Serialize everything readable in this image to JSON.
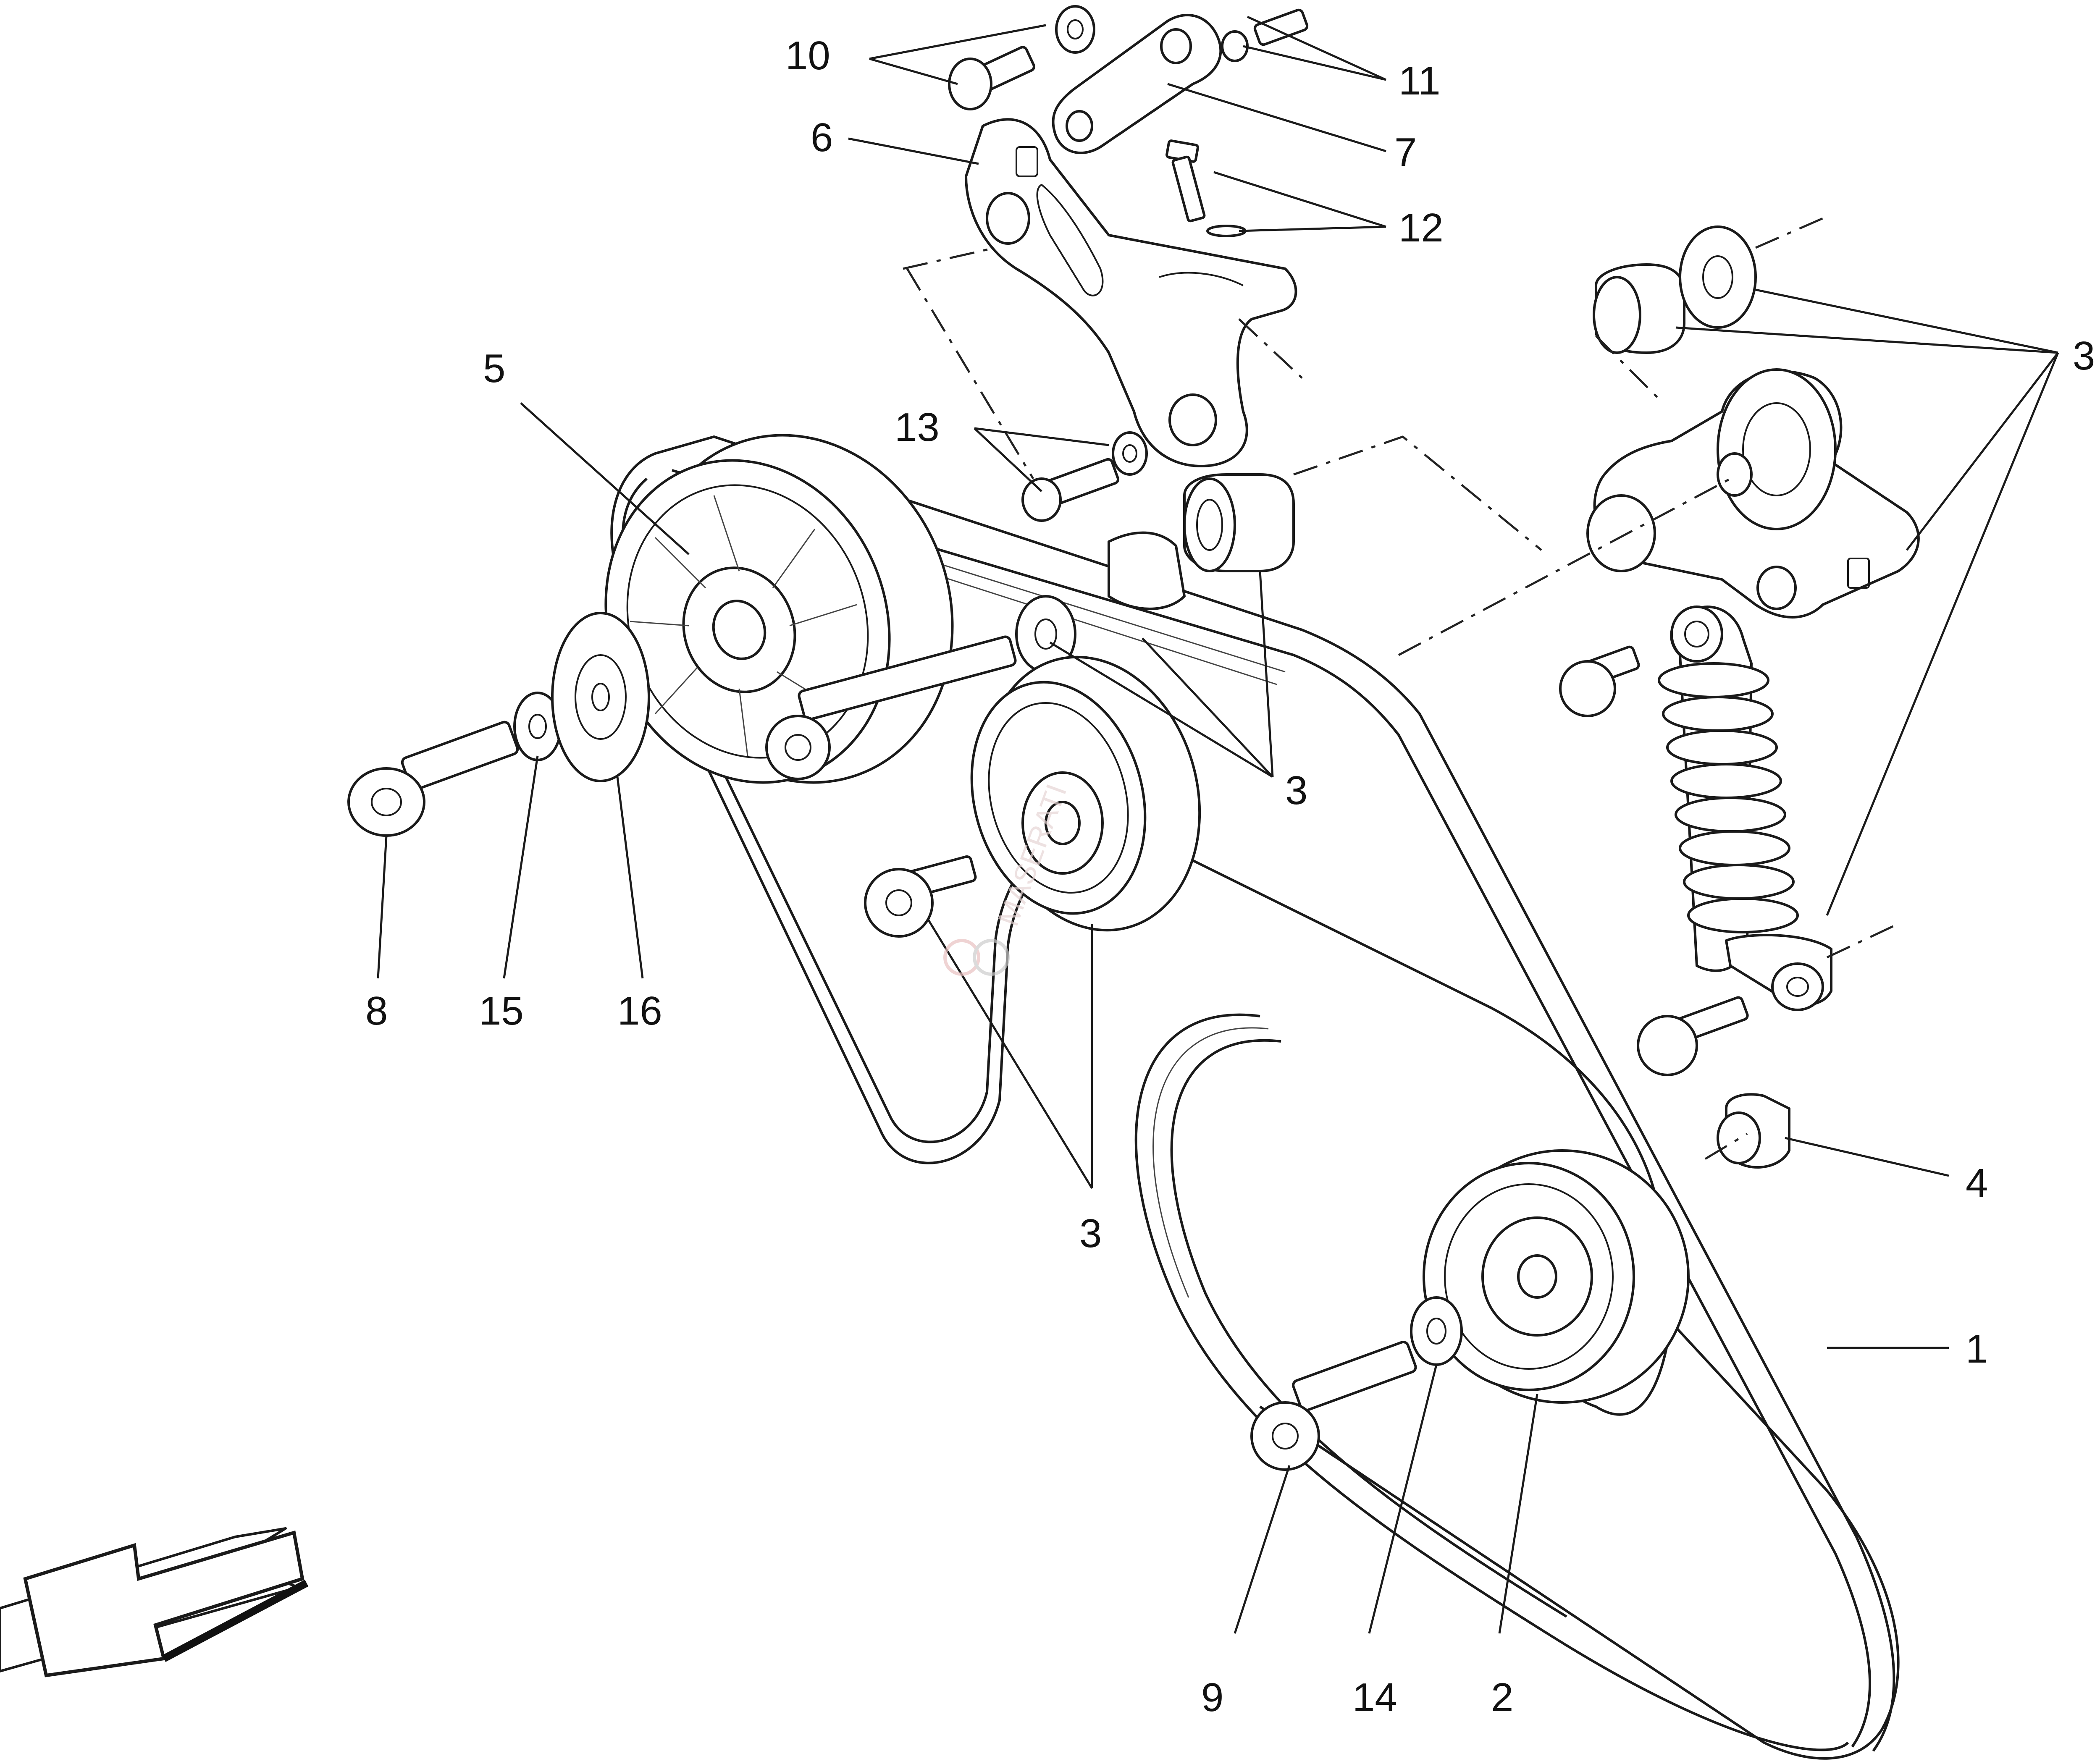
{
  "diagram": {
    "callouts": [
      {
        "id": "c1",
        "text": "1"
      },
      {
        "id": "c2",
        "text": "2"
      },
      {
        "id": "c3a",
        "text": "3"
      },
      {
        "id": "c3b",
        "text": "3"
      },
      {
        "id": "c3c",
        "text": "3"
      },
      {
        "id": "c4",
        "text": "4"
      },
      {
        "id": "c5",
        "text": "5"
      },
      {
        "id": "c6",
        "text": "6"
      },
      {
        "id": "c7",
        "text": "7"
      },
      {
        "id": "c8",
        "text": "8"
      },
      {
        "id": "c9",
        "text": "9"
      },
      {
        "id": "c10",
        "text": "10"
      },
      {
        "id": "c11",
        "text": "11"
      },
      {
        "id": "c12",
        "text": "12"
      },
      {
        "id": "c13",
        "text": "13"
      },
      {
        "id": "c14",
        "text": "14"
      },
      {
        "id": "c15",
        "text": "15"
      },
      {
        "id": "c16",
        "text": "16"
      }
    ],
    "watermark": "MASERATI"
  }
}
